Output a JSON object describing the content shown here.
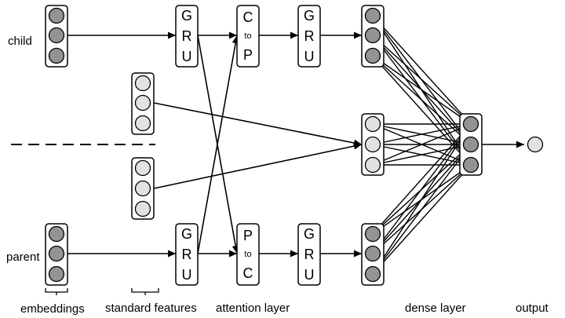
{
  "labels": {
    "child": "child",
    "parent": "parent"
  },
  "bottom_labels": {
    "embeddings": "embeddings",
    "standard_features": "standard features",
    "attention_layer": "attention layer",
    "dense_layer": "dense layer",
    "output": "output"
  },
  "gru_top": {
    "l1": "G",
    "l2": "R",
    "l3": "U"
  },
  "gru_bottom": {
    "l1": "G",
    "l2": "R",
    "l3": "U"
  },
  "gru2_top": {
    "l1": "G",
    "l2": "R",
    "l3": "U"
  },
  "gru2_bottom": {
    "l1": "G",
    "l2": "R",
    "l3": "U"
  },
  "att_top": {
    "l1": "C",
    "mid": "to",
    "l3": "P"
  },
  "att_bottom": {
    "l1": "P",
    "mid": "to",
    "l3": "C"
  },
  "colors": {
    "dark_node": "#939393",
    "light_node": "#e2e2e2",
    "stroke": "#000000"
  }
}
